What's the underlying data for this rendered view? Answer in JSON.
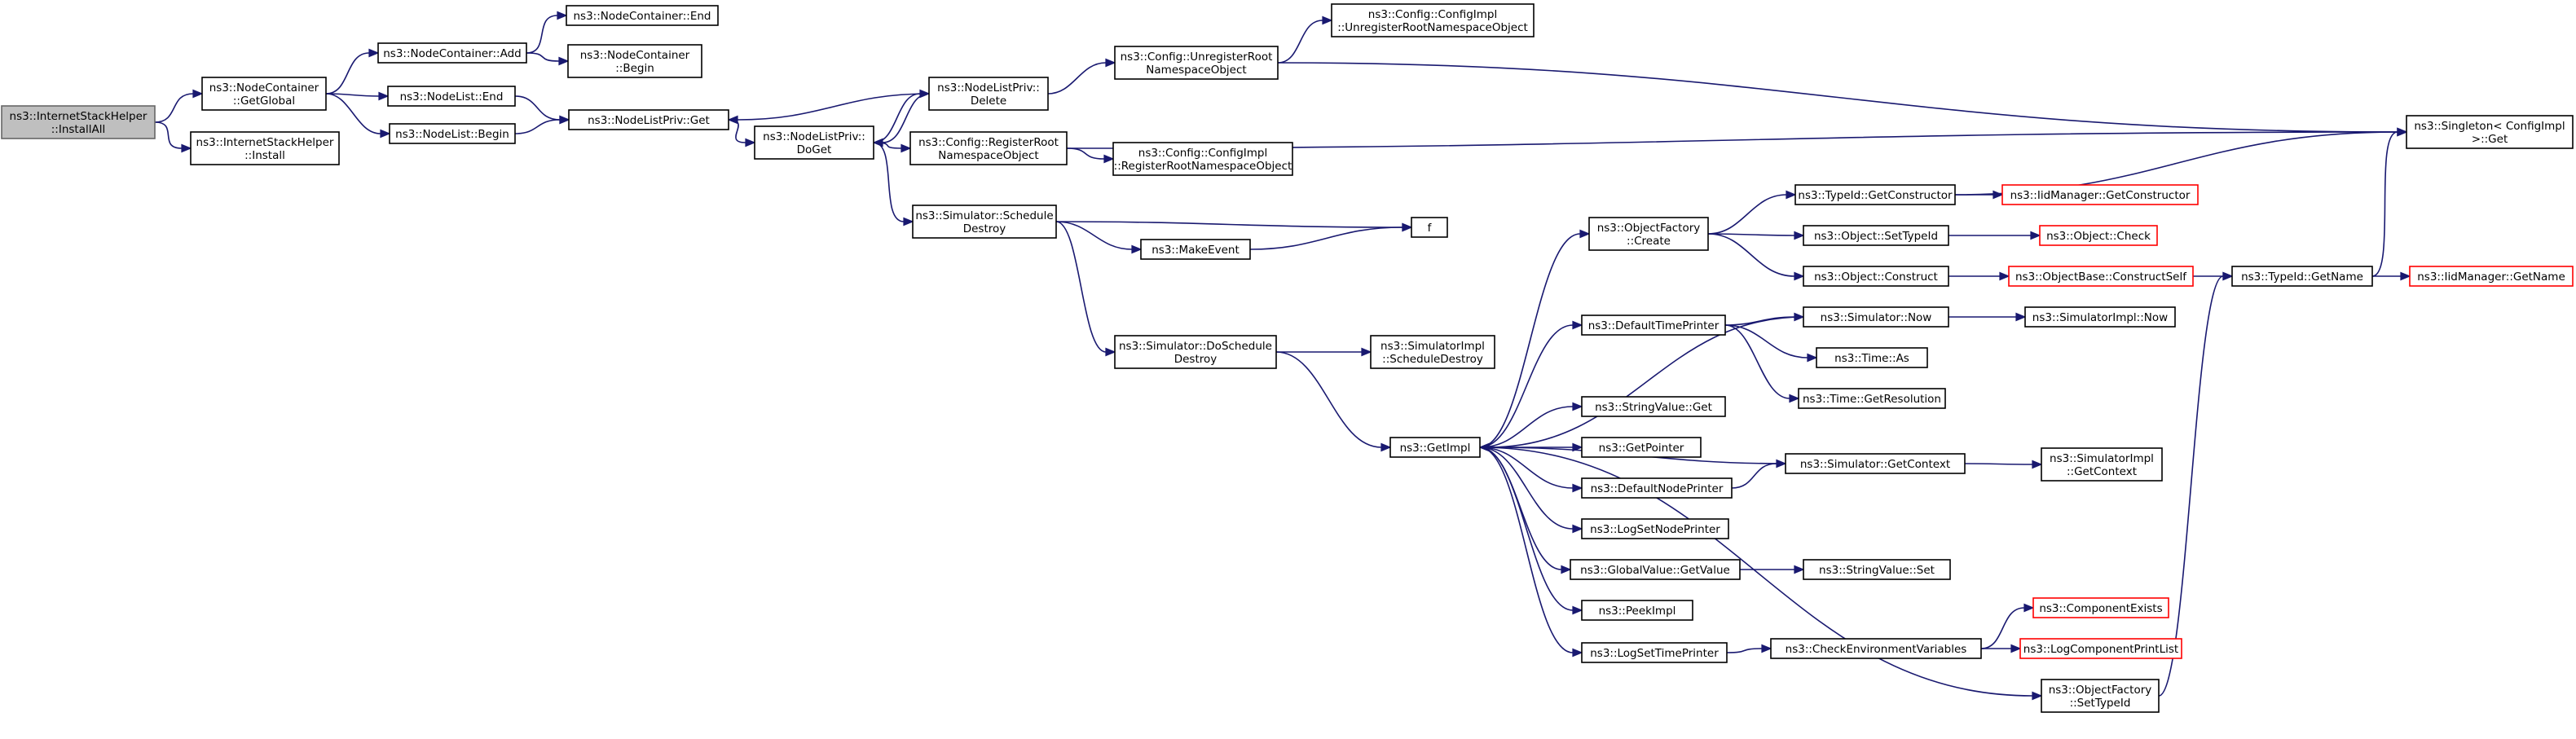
{
  "colors": {
    "edge": "#191970",
    "truncated_border": "#ff0000",
    "root_fill": "#bfbfbf"
  },
  "nodes": [
    {
      "id": "installAll",
      "lines": [
        "ns3::InternetStackHelper",
        "::InstallAll"
      ],
      "root": true
    },
    {
      "id": "getGlobal",
      "lines": [
        "ns3::NodeContainer",
        "::GetGlobal"
      ]
    },
    {
      "id": "ishInstall",
      "lines": [
        "ns3::InternetStackHelper",
        "::Install"
      ]
    },
    {
      "id": "ncAdd",
      "lines": [
        "ns3::NodeContainer::Add"
      ]
    },
    {
      "id": "ncEnd",
      "lines": [
        "ns3::NodeContainer::End"
      ]
    },
    {
      "id": "ncBegin",
      "lines": [
        "ns3::NodeContainer",
        "::Begin"
      ]
    },
    {
      "id": "nlEnd",
      "lines": [
        "ns3::NodeList::End"
      ]
    },
    {
      "id": "nlBegin",
      "lines": [
        "ns3::NodeList::Begin"
      ]
    },
    {
      "id": "nlpGet",
      "lines": [
        "ns3::NodeListPriv::Get"
      ]
    },
    {
      "id": "nlpDoGet",
      "lines": [
        "ns3::NodeListPriv::",
        "DoGet"
      ]
    },
    {
      "id": "nlpDelete",
      "lines": [
        "ns3::NodeListPriv::",
        "Delete"
      ]
    },
    {
      "id": "cfgUnreg",
      "lines": [
        "ns3::Config::UnregisterRoot",
        "NamespaceObject"
      ]
    },
    {
      "id": "cfgImplUnreg",
      "lines": [
        "ns3::Config::ConfigImpl",
        "::UnregisterRootNamespaceObject"
      ]
    },
    {
      "id": "cfgReg",
      "lines": [
        "ns3::Config::RegisterRoot",
        "NamespaceObject"
      ]
    },
    {
      "id": "cfgImplReg",
      "lines": [
        "ns3::Config::ConfigImpl",
        "::RegisterRootNamespaceObject"
      ]
    },
    {
      "id": "singletonGet",
      "lines": [
        "ns3::Singleton< ConfigImpl",
        " >::Get"
      ]
    },
    {
      "id": "schedDestroy",
      "lines": [
        "ns3::Simulator::Schedule",
        "Destroy"
      ]
    },
    {
      "id": "makeEvent",
      "lines": [
        "ns3::MakeEvent"
      ]
    },
    {
      "id": "f",
      "lines": [
        "f"
      ]
    },
    {
      "id": "doSchedDestroy",
      "lines": [
        "ns3::Simulator::DoSchedule",
        "Destroy"
      ]
    },
    {
      "id": "simImplSchedDestroy",
      "lines": [
        "ns3::SimulatorImpl",
        "::ScheduleDestroy"
      ]
    },
    {
      "id": "getImpl",
      "lines": [
        "ns3::GetImpl"
      ]
    },
    {
      "id": "ofCreate",
      "lines": [
        "ns3::ObjectFactory",
        "::Create"
      ]
    },
    {
      "id": "typeIdGetCtor",
      "lines": [
        "ns3::TypeId::GetConstructor"
      ]
    },
    {
      "id": "iidGetCtor",
      "lines": [
        "ns3::IidManager::GetConstructor"
      ],
      "truncated": true
    },
    {
      "id": "objSetTypeId",
      "lines": [
        "ns3::Object::SetTypeId"
      ]
    },
    {
      "id": "objCheck",
      "lines": [
        "ns3::Object::Check"
      ],
      "truncated": true
    },
    {
      "id": "objConstruct",
      "lines": [
        "ns3::Object::Construct"
      ]
    },
    {
      "id": "objBaseConstructSelf",
      "lines": [
        "ns3::ObjectBase::ConstructSelf"
      ],
      "truncated": true
    },
    {
      "id": "typeIdGetName",
      "lines": [
        "ns3::TypeId::GetName"
      ]
    },
    {
      "id": "iidGetName",
      "lines": [
        "ns3::IidManager::GetName"
      ],
      "truncated": true
    },
    {
      "id": "defTimePrinter",
      "lines": [
        "ns3::DefaultTimePrinter"
      ]
    },
    {
      "id": "simNow",
      "lines": [
        "ns3::Simulator::Now"
      ]
    },
    {
      "id": "simImplNow",
      "lines": [
        "ns3::SimulatorImpl::Now"
      ]
    },
    {
      "id": "timeAs",
      "lines": [
        "ns3::Time::As"
      ]
    },
    {
      "id": "timeGetRes",
      "lines": [
        "ns3::Time::GetResolution"
      ]
    },
    {
      "id": "strValGet",
      "lines": [
        "ns3::StringValue::Get"
      ]
    },
    {
      "id": "getPointer",
      "lines": [
        "ns3::GetPointer"
      ]
    },
    {
      "id": "defNodePrinter",
      "lines": [
        "ns3::DefaultNodePrinter"
      ]
    },
    {
      "id": "simGetContext",
      "lines": [
        "ns3::Simulator::GetContext"
      ]
    },
    {
      "id": "simImplGetContext",
      "lines": [
        "ns3::SimulatorImpl",
        "::GetContext"
      ]
    },
    {
      "id": "logSetNodePrinter",
      "lines": [
        "ns3::LogSetNodePrinter"
      ]
    },
    {
      "id": "globalValGetValue",
      "lines": [
        "ns3::GlobalValue::GetValue"
      ]
    },
    {
      "id": "strValSet",
      "lines": [
        "ns3::StringValue::Set"
      ]
    },
    {
      "id": "peekImpl",
      "lines": [
        "ns3::PeekImpl"
      ]
    },
    {
      "id": "logSetTimePrinter",
      "lines": [
        "ns3::LogSetTimePrinter"
      ]
    },
    {
      "id": "checkEnvVars",
      "lines": [
        "ns3::CheckEnvironmentVariables"
      ]
    },
    {
      "id": "compExists",
      "lines": [
        "ns3::ComponentExists"
      ],
      "truncated": true
    },
    {
      "id": "logCompPrintList",
      "lines": [
        "ns3::LogComponentPrintList"
      ],
      "truncated": true
    },
    {
      "id": "ofSetTypeId",
      "lines": [
        "ns3::ObjectFactory",
        "::SetTypeId"
      ]
    }
  ],
  "edges": [
    {
      "from": "installAll",
      "to": "getGlobal"
    },
    {
      "from": "installAll",
      "to": "ishInstall"
    },
    {
      "from": "getGlobal",
      "to": "ncAdd"
    },
    {
      "from": "getGlobal",
      "to": "nlEnd"
    },
    {
      "from": "getGlobal",
      "to": "nlBegin"
    },
    {
      "from": "ncAdd",
      "to": "ncEnd"
    },
    {
      "from": "ncAdd",
      "to": "ncBegin"
    },
    {
      "from": "nlEnd",
      "to": "nlpGet"
    },
    {
      "from": "nlBegin",
      "to": "nlpGet"
    },
    {
      "from": "nlpGet",
      "to": "nlpDoGet"
    },
    {
      "from": "nlpDoGet",
      "to": "nlpDelete"
    },
    {
      "from": "nlpDoGet",
      "to": "cfgReg"
    },
    {
      "from": "nlpDoGet",
      "to": "schedDestroy"
    },
    {
      "from": "nlpDelete",
      "to": "nlpGet"
    },
    {
      "from": "nlpDelete",
      "to": "nlpDoGet"
    },
    {
      "from": "nlpDelete",
      "to": "cfgUnreg"
    },
    {
      "from": "cfgUnreg",
      "to": "cfgImplUnreg"
    },
    {
      "from": "cfgUnreg",
      "to": "singletonGet"
    },
    {
      "from": "cfgReg",
      "to": "cfgImplReg"
    },
    {
      "from": "cfgReg",
      "to": "singletonGet"
    },
    {
      "from": "schedDestroy",
      "to": "f"
    },
    {
      "from": "schedDestroy",
      "to": "makeEvent"
    },
    {
      "from": "schedDestroy",
      "to": "doSchedDestroy"
    },
    {
      "from": "makeEvent",
      "to": "f"
    },
    {
      "from": "doSchedDestroy",
      "to": "simImplSchedDestroy"
    },
    {
      "from": "doSchedDestroy",
      "to": "getImpl"
    },
    {
      "from": "getImpl",
      "to": "ofCreate"
    },
    {
      "from": "getImpl",
      "to": "defTimePrinter"
    },
    {
      "from": "getImpl",
      "to": "strValGet"
    },
    {
      "from": "getImpl",
      "to": "getPointer"
    },
    {
      "from": "getImpl",
      "to": "defNodePrinter"
    },
    {
      "from": "getImpl",
      "to": "logSetNodePrinter"
    },
    {
      "from": "getImpl",
      "to": "globalValGetValue"
    },
    {
      "from": "getImpl",
      "to": "peekImpl"
    },
    {
      "from": "getImpl",
      "to": "logSetTimePrinter"
    },
    {
      "from": "getImpl",
      "to": "ofSetTypeId"
    },
    {
      "from": "ofCreate",
      "to": "typeIdGetCtor"
    },
    {
      "from": "ofCreate",
      "to": "objSetTypeId"
    },
    {
      "from": "ofCreate",
      "to": "objConstruct"
    },
    {
      "from": "typeIdGetCtor",
      "to": "iidGetCtor"
    },
    {
      "from": "typeIdGetCtor",
      "to": "singletonGet"
    },
    {
      "from": "objSetTypeId",
      "to": "objCheck"
    },
    {
      "from": "objConstruct",
      "to": "objBaseConstructSelf"
    },
    {
      "from": "objBaseConstructSelf",
      "to": "typeIdGetName"
    },
    {
      "from": "typeIdGetName",
      "to": "iidGetName"
    },
    {
      "from": "typeIdGetName",
      "to": "singletonGet"
    },
    {
      "from": "defTimePrinter",
      "to": "simNow"
    },
    {
      "from": "defTimePrinter",
      "to": "timeAs"
    },
    {
      "from": "defTimePrinter",
      "to": "timeGetRes"
    },
    {
      "from": "simNow",
      "to": "getImpl"
    },
    {
      "from": "simNow",
      "to": "simImplNow"
    },
    {
      "from": "defNodePrinter",
      "to": "simGetContext"
    },
    {
      "from": "simGetContext",
      "to": "getImpl"
    },
    {
      "from": "simGetContext",
      "to": "simImplGetContext"
    },
    {
      "from": "globalValGetValue",
      "to": "strValSet"
    },
    {
      "from": "logSetTimePrinter",
      "to": "checkEnvVars"
    },
    {
      "from": "checkEnvVars",
      "to": "compExists"
    },
    {
      "from": "checkEnvVars",
      "to": "logCompPrintList"
    },
    {
      "from": "ofSetTypeId",
      "to": "typeIdGetName"
    }
  ]
}
